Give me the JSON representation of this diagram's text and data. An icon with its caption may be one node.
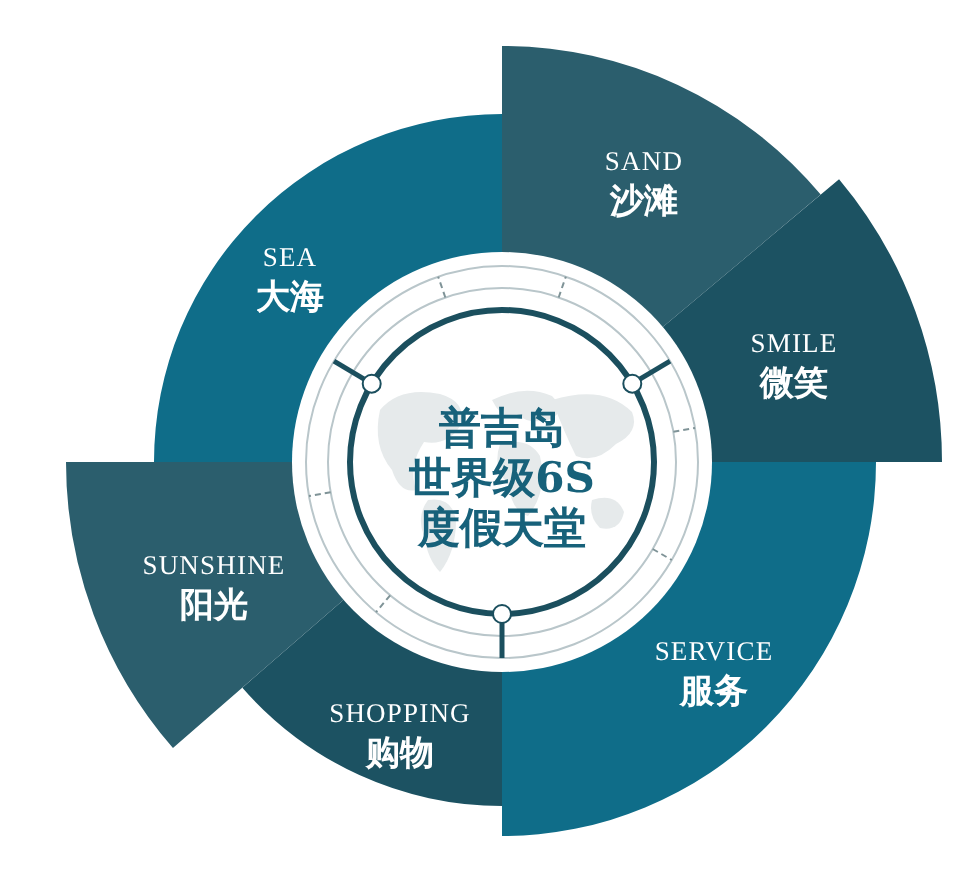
{
  "diagram": {
    "nodes": [
      {
        "text": [
          "普吉岛",
          "世界级6S度假天堂"
        ]
      },
      {
        "text": [
          "SEA",
          "大海"
        ]
      },
      {
        "text": [
          "SAND",
          "沙滩"
        ]
      },
      {
        "text": [
          "SMILE",
          "微笑"
        ]
      },
      {
        "text": [
          "SERVICE",
          "服务"
        ]
      },
      {
        "text": [
          "SHOPPING",
          "购物"
        ]
      },
      {
        "text": [
          "SUNSHINE",
          "阳光"
        ]
      }
    ]
  }
}
